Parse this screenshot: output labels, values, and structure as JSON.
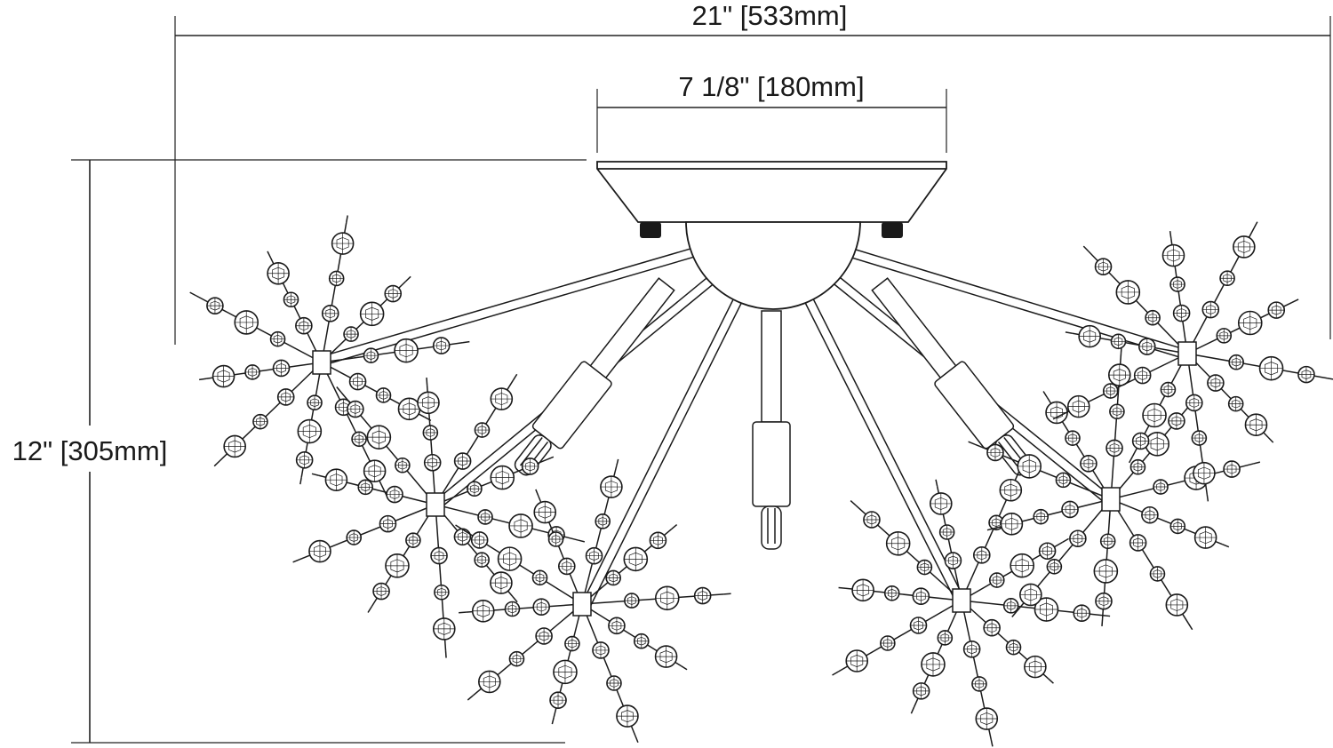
{
  "dimensions": {
    "overall_width": "21\" [533mm]",
    "canopy_width": "7 1/8\" [180mm]",
    "overall_height": "12\" [305mm]"
  },
  "colors": {
    "line": "#1a1a1a",
    "background": "#ffffff"
  }
}
